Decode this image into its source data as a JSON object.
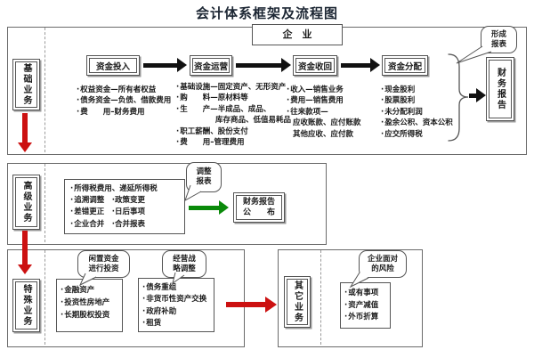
{
  "title": "会计体系框架及流程图",
  "enterprise": "企　业",
  "basic": {
    "label": "基础业务",
    "flow": [
      {
        "label": "资金投入"
      },
      {
        "label": "资金运营"
      },
      {
        "label": "资金收回"
      },
      {
        "label": "资金分配"
      }
    ],
    "list1": [
      "权益资金—所有者权益",
      "债务资金—负债、借款费用",
      "费　　用–财务费用"
    ],
    "list2": [
      "基础设施—固定资产、无形资产",
      "购　　料—原材料等",
      "生　　产—半成品、成品、",
      "库存商品、低值易耗品",
      "职工薪酬、股份支付",
      "费　　用–管理费用"
    ],
    "list3": [
      "收入—销售业务",
      "费用—销售费用",
      "往来款项—",
      "应收账款、应付账款",
      "其他应收、应付款"
    ],
    "list4": [
      "现金股利",
      "股票股利",
      "未分配利润",
      "盈余公积、资本公积",
      "应交所得税"
    ],
    "callout": [
      "形成",
      "报表"
    ],
    "report": "财务报告"
  },
  "advanced": {
    "label": "高级业务",
    "list": [
      "所得税费用、递延所得税",
      "追溯调整　·政策变更",
      "差错更正　·日后事项",
      "企业合并　·合并报表"
    ],
    "callout": [
      "调整",
      "报表"
    ],
    "result": [
      "财务报告",
      "公　　布"
    ]
  },
  "special": {
    "label": "特殊业务",
    "callout1": [
      "闲置资金",
      "进行投资"
    ],
    "list1": [
      "金融资产",
      "投资性房地产",
      "长期股权投资"
    ],
    "callout2": [
      "经营战",
      "略调整"
    ],
    "list2": [
      "债务重组",
      "非货币性资产交换",
      "政府补助",
      "租赁"
    ]
  },
  "other": {
    "label": "其它业务",
    "callout": [
      "企业面对",
      "的风险"
    ],
    "list": [
      "或有事项",
      "资产减值",
      "外币折算"
    ]
  },
  "colors": {
    "red_arrow": "#cc1111",
    "green_arrow": "#0a8a0a",
    "black_arrow": "#111111",
    "line": "#555555"
  }
}
